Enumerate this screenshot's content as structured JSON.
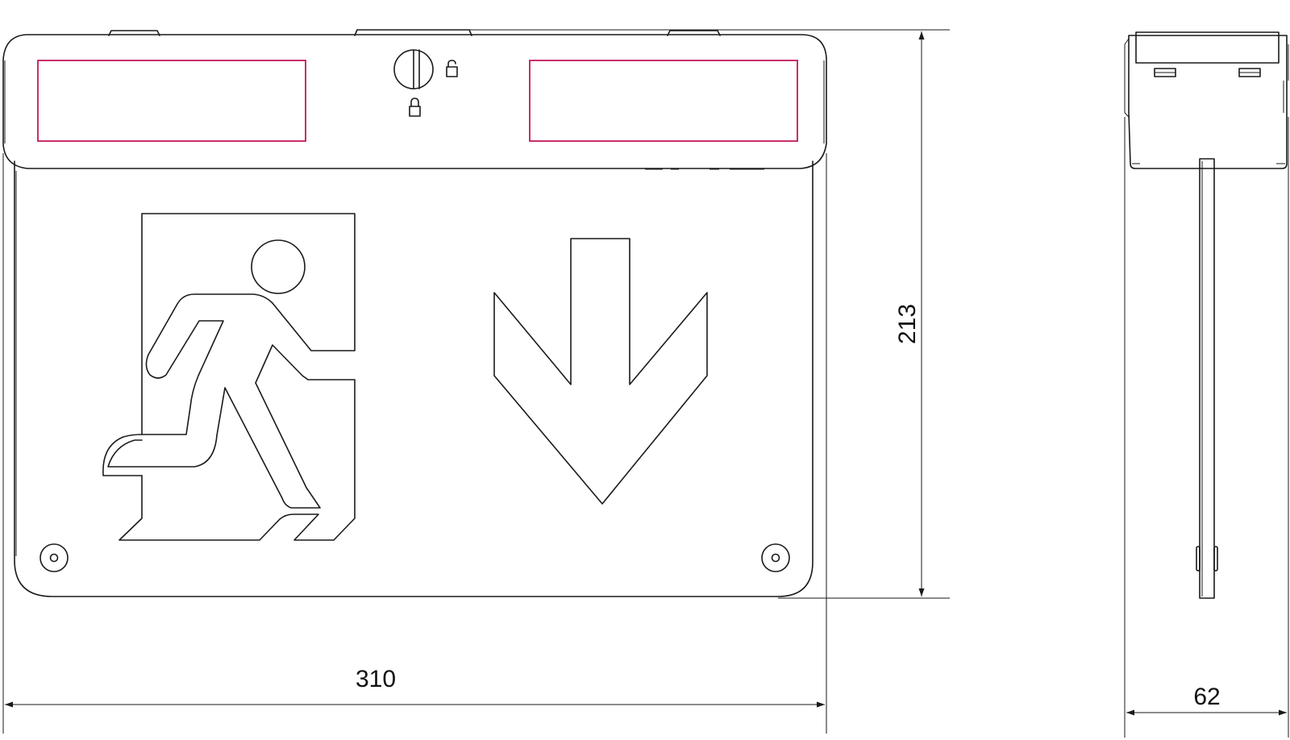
{
  "colors": {
    "outline": "#1a1a1a",
    "window_accent": "#c2185b",
    "background": "#ffffff"
  },
  "icons": [
    "screw-icon",
    "lock-closed-icon",
    "lock-open-icon",
    "running-man-icon",
    "arrow-down-icon",
    "mounting-hole-icon"
  ],
  "dimensions": {
    "width_label": "310",
    "height_label": "213",
    "depth_label": "62"
  }
}
